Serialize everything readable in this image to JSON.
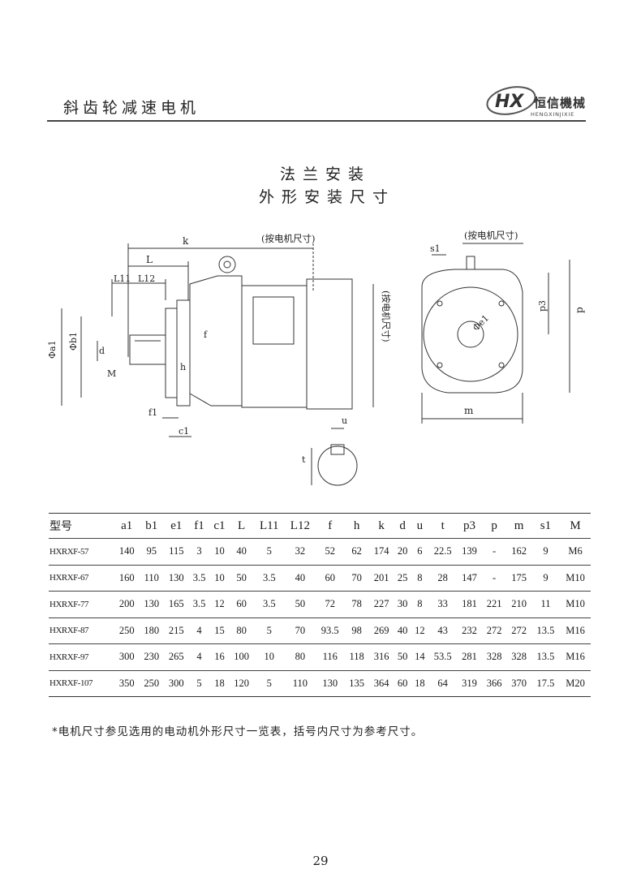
{
  "header": {
    "title": "斜齿轮减速电机"
  },
  "logo": {
    "mark": "HX",
    "brand": "恒信機械",
    "sub": "HENGXINJIXIE"
  },
  "titles": {
    "line1": "法兰安装",
    "line2": "外形安装尺寸"
  },
  "drawing": {
    "motor_note_left": "(按电机尺寸)",
    "motor_note_right": "(按电机尺寸)",
    "motor_note_vertical": "(按电机尺寸)",
    "labels": {
      "k": "k",
      "L": "L",
      "L11": "L11",
      "L12": "L12",
      "a1": "Φa1",
      "b1": "Φb1",
      "d": "d",
      "M": "M",
      "f": "f",
      "h": "h",
      "f1": "f1",
      "c1": "c1",
      "u": "u",
      "t": "t",
      "s1": "s1",
      "e1": "Φe1",
      "p3": "p3",
      "p": "p",
      "m": "m"
    }
  },
  "table": {
    "headers": [
      "型号",
      "a1",
      "b1",
      "e1",
      "f1",
      "c1",
      "L",
      "L11",
      "L12",
      "f",
      "h",
      "k",
      "d",
      "u",
      "t",
      "p3",
      "p",
      "m",
      "s1",
      "M"
    ],
    "rows": [
      [
        "HXRXF-57",
        "140",
        "95",
        "115",
        "3",
        "10",
        "40",
        "5",
        "32",
        "52",
        "62",
        "174",
        "20",
        "6",
        "22.5",
        "139",
        "-",
        "162",
        "9",
        "M6"
      ],
      [
        "HXRXF-67",
        "160",
        "110",
        "130",
        "3.5",
        "10",
        "50",
        "3.5",
        "40",
        "60",
        "70",
        "201",
        "25",
        "8",
        "28",
        "147",
        "-",
        "175",
        "9",
        "M10"
      ],
      [
        "HXRXF-77",
        "200",
        "130",
        "165",
        "3.5",
        "12",
        "60",
        "3.5",
        "50",
        "72",
        "78",
        "227",
        "30",
        "8",
        "33",
        "181",
        "221",
        "210",
        "11",
        "M10"
      ],
      [
        "HXRXF-87",
        "250",
        "180",
        "215",
        "4",
        "15",
        "80",
        "5",
        "70",
        "93.5",
        "98",
        "269",
        "40",
        "12",
        "43",
        "232",
        "272",
        "272",
        "13.5",
        "M16"
      ],
      [
        "HXRXF-97",
        "300",
        "230",
        "265",
        "4",
        "16",
        "100",
        "10",
        "80",
        "116",
        "118",
        "316",
        "50",
        "14",
        "53.5",
        "281",
        "328",
        "328",
        "13.5",
        "M16"
      ],
      [
        "HXRXF-107",
        "350",
        "250",
        "300",
        "5",
        "18",
        "120",
        "5",
        "110",
        "130",
        "135",
        "364",
        "60",
        "18",
        "64",
        "319",
        "366",
        "370",
        "17.5",
        "M20"
      ]
    ]
  },
  "footnote": "*电机尺寸参见选用的电动机外形尺寸一览表，括号内尺寸为参考尺寸。",
  "page_number": "29"
}
